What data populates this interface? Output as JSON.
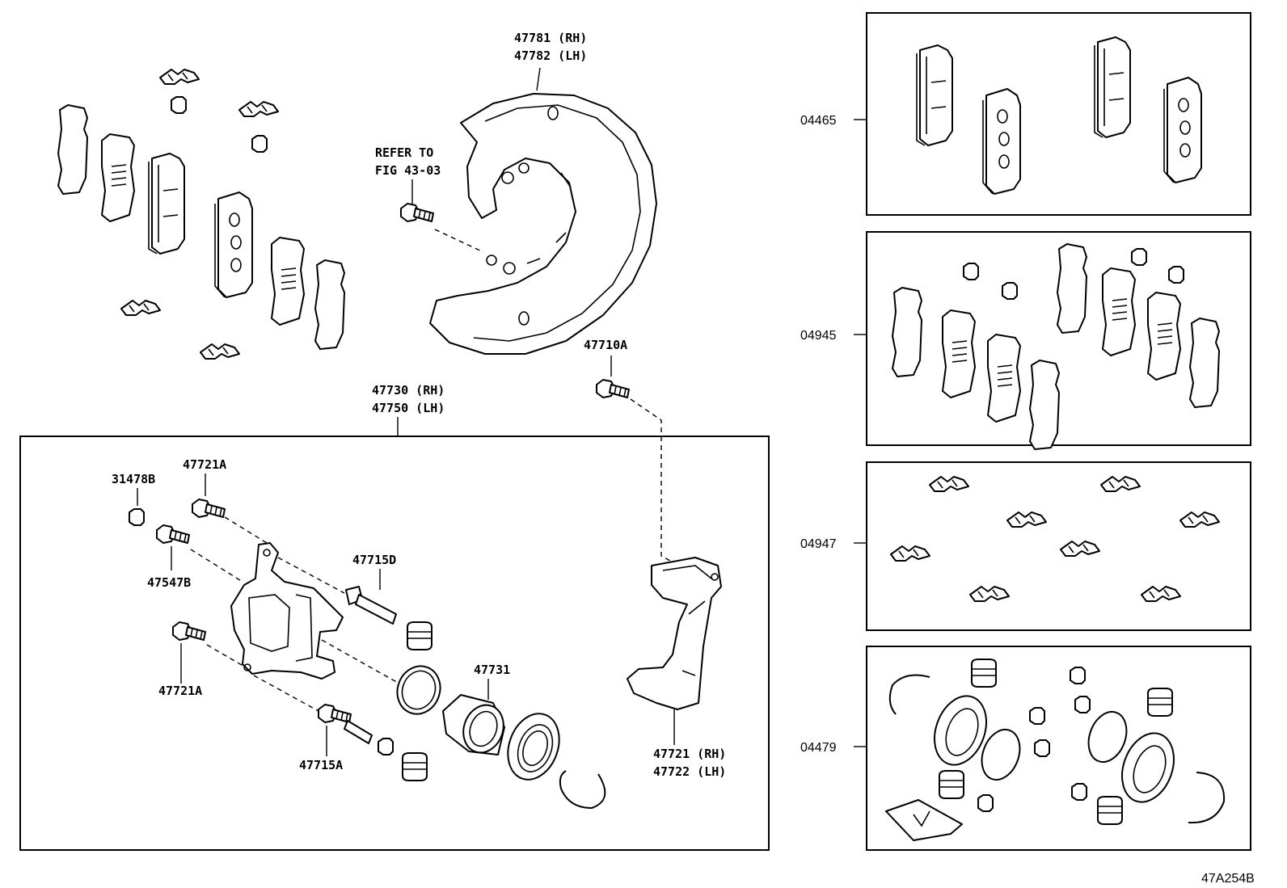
{
  "labels": {
    "shield_rh": "47781 (RH)",
    "shield_lh": "47782 (LH)",
    "refer_line1": "REFER TO",
    "refer_line2": "FIG 43-03",
    "bolt_47710A": "47710A",
    "caliper_rh": "47730 (RH)",
    "caliper_lh": "47750 (LH)",
    "cap_31478B": "31478B",
    "bolt_47721A_top": "47721A",
    "bleeder_47547B": "47547B",
    "bolt_47721A_bottom": "47721A",
    "pin_47715D": "47715D",
    "piston_47731": "47731",
    "pin_47715A": "47715A",
    "mount_rh": "47721 (RH)",
    "mount_lh": "47722 (LH)",
    "kit_04465": "04465",
    "kit_04945": "04945",
    "kit_04947": "04947",
    "kit_04479": "04479",
    "figure_code": "47A254B"
  }
}
